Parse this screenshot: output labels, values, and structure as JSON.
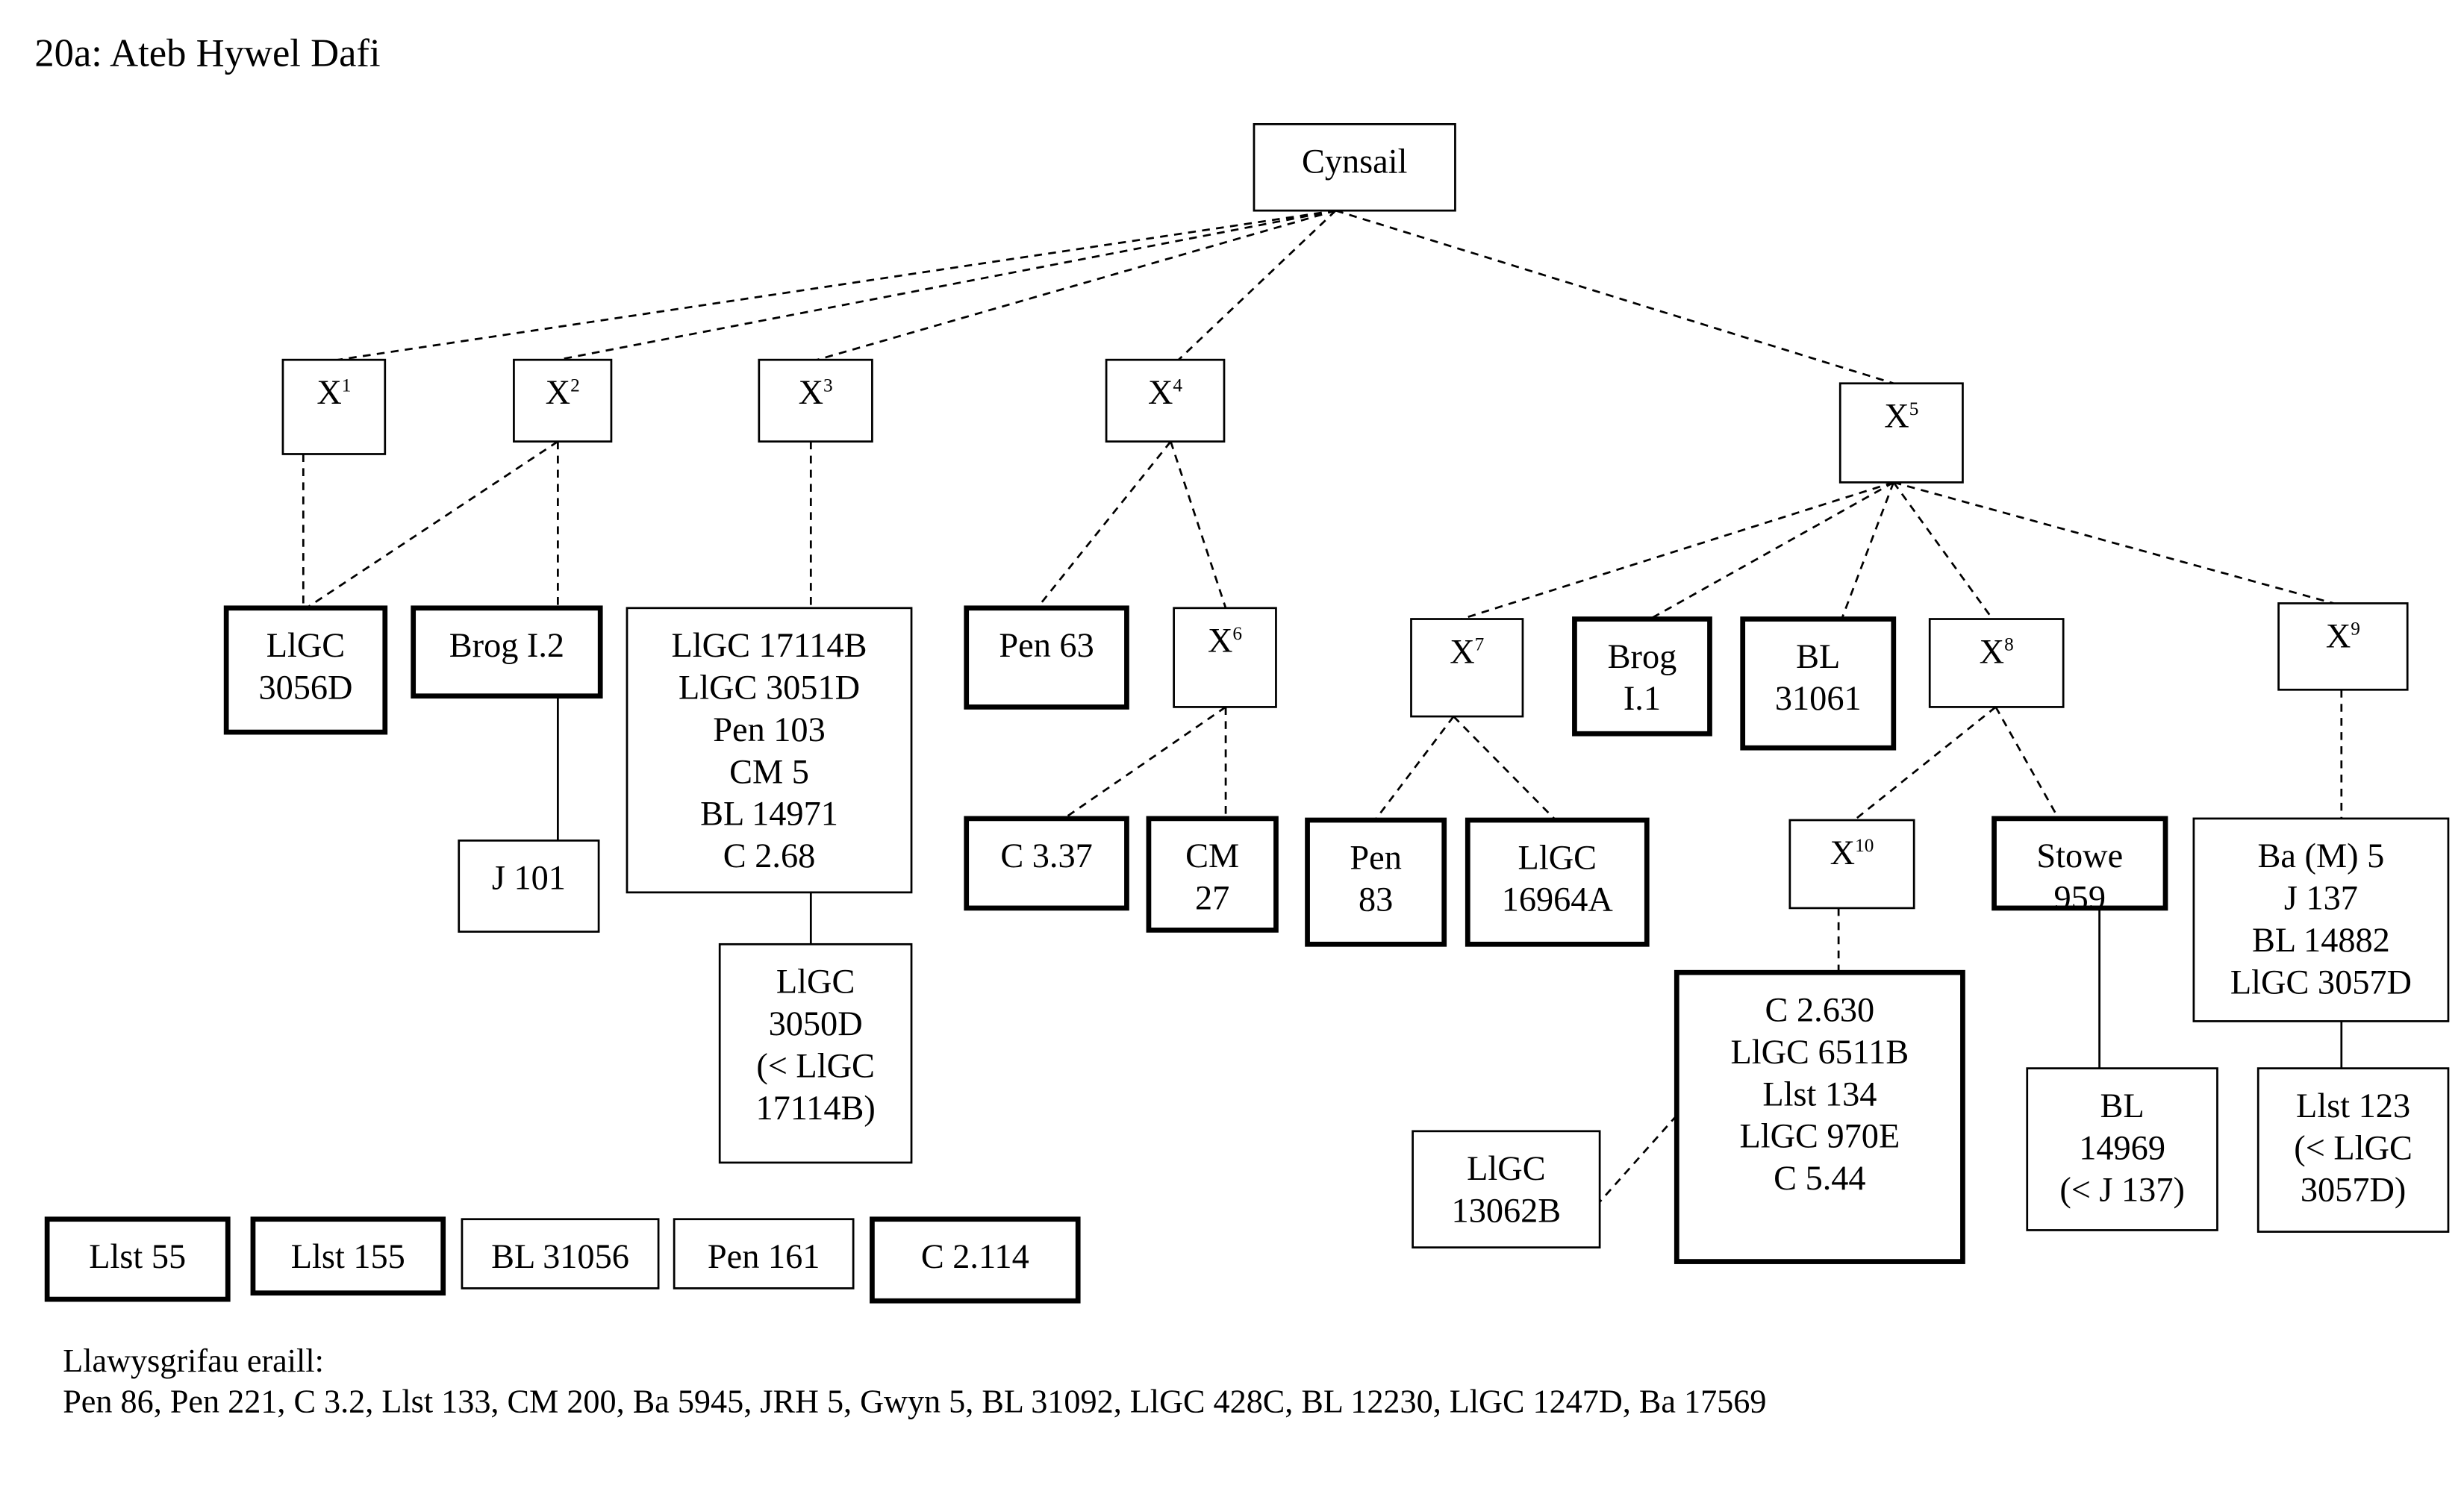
{
  "title": "20a: Ateb Hywel Dafi",
  "nodes": {
    "cynsail": {
      "lines": [
        "Cynsail"
      ]
    },
    "x1": {
      "label": "X",
      "sup": "1"
    },
    "x2": {
      "label": "X",
      "sup": "2"
    },
    "x3": {
      "label": "X",
      "sup": "3"
    },
    "x4": {
      "label": "X",
      "sup": "4"
    },
    "x5": {
      "label": "X",
      "sup": "5"
    },
    "x6": {
      "label": "X",
      "sup": "6"
    },
    "x7": {
      "label": "X",
      "sup": "7"
    },
    "x8": {
      "label": "X",
      "sup": "8"
    },
    "x9": {
      "label": "X",
      "sup": "9"
    },
    "x10": {
      "label": "X",
      "sup": "10"
    },
    "llgc3056d": {
      "lines": [
        "LlGC",
        "3056D"
      ]
    },
    "brogi2": {
      "lines": [
        "Brog I.2"
      ]
    },
    "llgc17114b": {
      "lines": [
        "LlGC 17114B",
        "LlGC 3051D",
        "Pen 103",
        "CM 5",
        "BL 14971",
        "C 2.68"
      ]
    },
    "pen63": {
      "lines": [
        "Pen 63"
      ]
    },
    "brogi1": {
      "lines": [
        "Brog",
        "I.1"
      ]
    },
    "bl31061": {
      "lines": [
        "BL",
        "31061"
      ]
    },
    "j101": {
      "lines": [
        "J 101"
      ]
    },
    "llgc3050d": {
      "lines": [
        "LlGC",
        "3050D",
        "(< LlGC",
        "17114B)"
      ]
    },
    "c337": {
      "lines": [
        "C 3.37"
      ]
    },
    "cm27": {
      "lines": [
        "CM",
        "27"
      ]
    },
    "pen83": {
      "lines": [
        "Pen",
        "83"
      ]
    },
    "llgc16964a": {
      "lines": [
        "LlGC",
        "16964A"
      ]
    },
    "stowe959": {
      "lines": [
        "Stowe",
        "959"
      ]
    },
    "bam5": {
      "lines": [
        "Ba (M) 5",
        "J 137",
        "BL 14882",
        "LlGC 3057D"
      ]
    },
    "c2630": {
      "lines": [
        "C 2.630",
        "LlGC 6511B",
        "Llst 134",
        "LlGC 970E",
        "C 5.44"
      ]
    },
    "llgc13062b": {
      "lines": [
        "LlGC",
        "13062B"
      ]
    },
    "bl14969": {
      "lines": [
        "BL",
        "14969",
        "(< J 137)"
      ]
    },
    "llst123": {
      "lines": [
        "Llst 123",
        "(< LlGC",
        "3057D)"
      ]
    },
    "llst55": {
      "lines": [
        "Llst 55"
      ]
    },
    "llst155": {
      "lines": [
        "Llst 155"
      ]
    },
    "bl31056": {
      "lines": [
        "BL 31056"
      ]
    },
    "pen161": {
      "lines": [
        "Pen 161"
      ]
    },
    "c2114": {
      "lines": [
        "C 2.114"
      ]
    }
  },
  "footer": {
    "heading": "Llawysgrifau eraill:",
    "list": "Pen 86, Pen 221, C 3.2, Llst 133, CM 200, Ba 5945, JRH 5, Gwyn 5, BL 31092, LlGC 428C, BL 12230, LlGC 1247D, Ba 17569"
  }
}
